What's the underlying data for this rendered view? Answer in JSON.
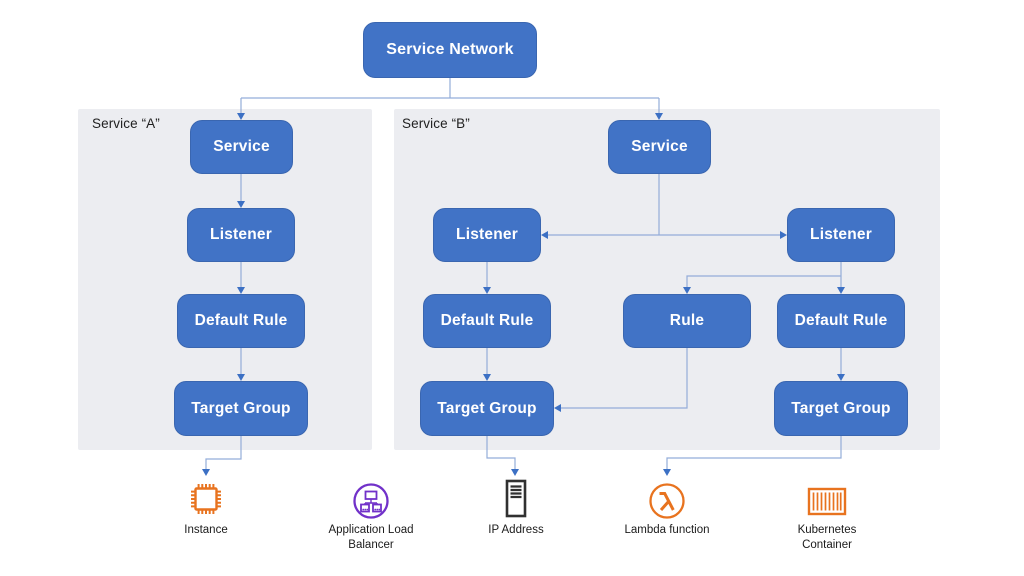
{
  "diagram": {
    "root_node": {
      "label": "Service Network"
    },
    "panel_a": {
      "label": "Service “A”",
      "nodes": {
        "service": "Service",
        "listener": "Listener",
        "default_rule": "Default Rule",
        "target_group": "Target Group"
      }
    },
    "panel_b": {
      "label": "Service “B”",
      "nodes": {
        "service": "Service",
        "listener_left": "Listener",
        "listener_right": "Listener",
        "default_rule_left": "Default Rule",
        "rule": "Rule",
        "default_rule_right": "Default Rule",
        "target_group_left": "Target Group",
        "target_group_right": "Target Group"
      }
    },
    "targets": [
      {
        "icon": "ec2-instance-icon",
        "label": "Instance"
      },
      {
        "icon": "application-load-balancer-icon",
        "label": "Application Load Balancer"
      },
      {
        "icon": "ip-address-icon",
        "label": "IP Address"
      },
      {
        "icon": "lambda-function-icon",
        "label": "Lambda function"
      },
      {
        "icon": "kubernetes-container-icon",
        "label": "Kubernetes Container"
      }
    ],
    "colors": {
      "node_fill": "#4173C6",
      "node_border": "#3A66B0",
      "node_text": "#FFFFFF",
      "connector": "#94ADD9",
      "arrowhead": "#3C70C4",
      "panel_fill": "#ECEDF1",
      "compute_orange": "#E8731F",
      "alb_purple": "#7131C9",
      "ip_dark": "#303030",
      "canvas": "#FFFFFF"
    }
  }
}
